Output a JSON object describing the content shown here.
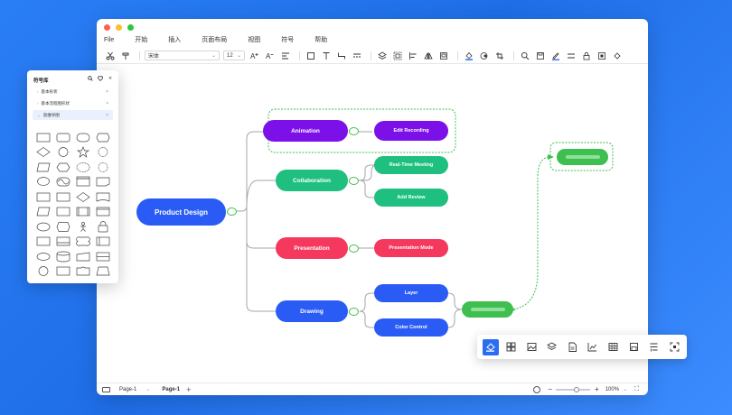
{
  "window": {
    "traffic_colors": [
      "#ff5f57",
      "#febc2e",
      "#28c840"
    ],
    "menu": [
      "File",
      "开始",
      "插入",
      "页面布局",
      "视图",
      "符号",
      "帮助"
    ]
  },
  "toolbar": {
    "font_name": "宋体",
    "font_size": "12",
    "icons": [
      "scissors-icon",
      "format-painter-icon",
      "bold-increase-icon",
      "font-grow-icon",
      "font-shrink-icon",
      "align-icon",
      "rectangle-icon",
      "text-icon",
      "connector-icon",
      "line-style-icon",
      "layers-icon",
      "group-icon",
      "align-left-icon",
      "flip-icon",
      "frame-icon",
      "fill-color-icon",
      "shape-style-icon",
      "crop-icon",
      "search-icon",
      "save-icon",
      "pen-color-icon",
      "distribute-icon",
      "lock-icon",
      "present-icon",
      "more-icon"
    ]
  },
  "mindmap": {
    "root": {
      "label": "Product Design",
      "color": "#2a5bf5"
    },
    "branches": [
      {
        "label": "Animation",
        "color": "#7c10e8",
        "children": [
          "Edit Recording"
        ]
      },
      {
        "label": "Collaboration",
        "color": "#1fc07f",
        "children": [
          "Real-Time Meeting",
          "Add Review"
        ]
      },
      {
        "label": "Presentation",
        "color": "#f5385d",
        "children": [
          "Presentation Mode"
        ]
      },
      {
        "label": "Drawing",
        "color": "#2a5bf5",
        "children": [
          "Layer",
          "Color Control"
        ]
      }
    ],
    "accent": "#3fbf4f",
    "line_color": "#a6a6a6"
  },
  "status": {
    "page_selector": "Page-1",
    "active_tab": "Page-1",
    "zoom": "100%"
  },
  "panel": {
    "title": "符号库",
    "libraries": [
      {
        "label": "基本形状",
        "active": false
      },
      {
        "label": "基本流程图形状",
        "active": false
      },
      {
        "label": "思维导图",
        "active": true
      }
    ],
    "shape_rows": 10
  },
  "floatbar": {
    "icons": [
      "fill-bucket-icon",
      "grid-icon",
      "image-icon",
      "layers-icon",
      "document-icon",
      "chart-icon",
      "table-icon",
      "page-save-icon",
      "format-icon",
      "fit-screen-icon"
    ]
  }
}
